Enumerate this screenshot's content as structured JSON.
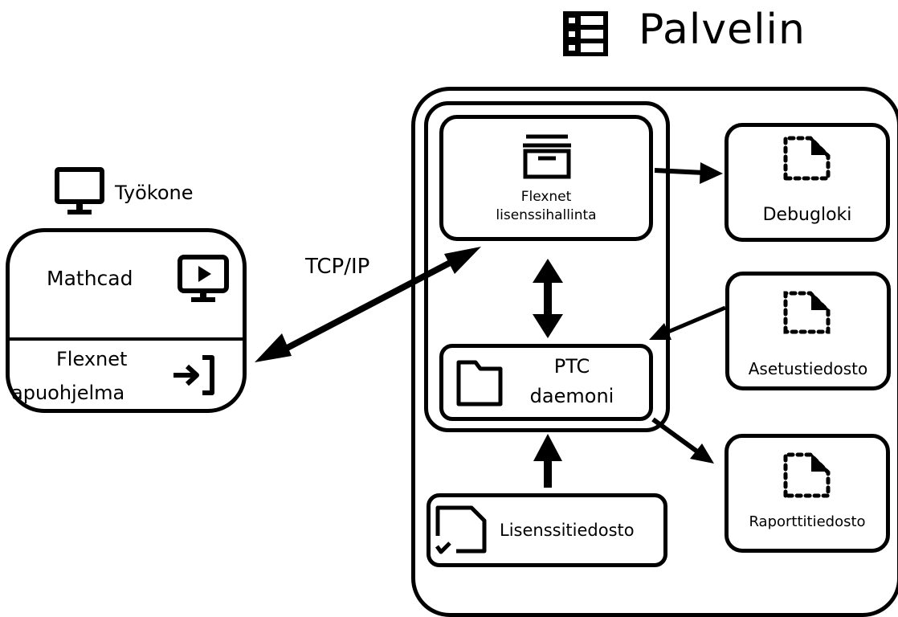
{
  "server": {
    "title": "Palvelin",
    "icon": "server-rack-icon",
    "flexnet_manager": {
      "line1": "Flexnet",
      "line2": "lisenssihallinta",
      "icon": "archive-box-icon"
    },
    "ptc_daemon": {
      "line1": "PTC",
      "line2": "daemoni",
      "icon": "folder-icon"
    },
    "license_file": {
      "label": "Lisenssitiedosto",
      "icon": "file-check-icon"
    },
    "debug_log": {
      "label": "Debugloki",
      "icon": "file-dotted-icon"
    },
    "options_file": {
      "label": "Asetustiedosto",
      "icon": "file-dotted-icon"
    },
    "report_file": {
      "label": "Raporttitiedosto",
      "icon": "file-dotted-icon"
    }
  },
  "workstation": {
    "title": "Työkone",
    "icon": "monitor-icon",
    "mathcad": {
      "label": "Mathcad",
      "icon": "play-monitor-icon"
    },
    "flexnet_utility": {
      "line1": "Flexnet",
      "line2": "apuohjelma",
      "icon": "login-icon"
    }
  },
  "connection": {
    "label": "TCP/IP"
  }
}
